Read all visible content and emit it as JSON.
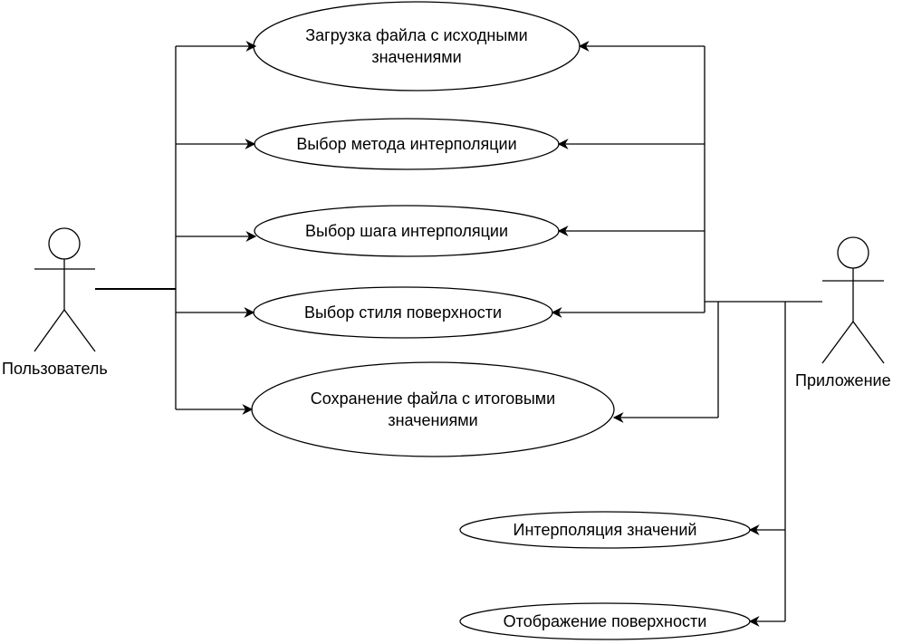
{
  "colors": {
    "stroke": "#000000",
    "fill": "#ffffff",
    "text": "#000000"
  },
  "actors": {
    "user": {
      "label": "Пользователь",
      "icon": "stick-figure-icon"
    },
    "app": {
      "label": "Приложение",
      "icon": "stick-figure-icon"
    }
  },
  "use_cases": [
    {
      "id": "load-file",
      "label": "Загрузка файла с исходными значениями"
    },
    {
      "id": "choose-method",
      "label": "Выбор метода интерполяции"
    },
    {
      "id": "choose-step",
      "label": "Выбор шага интерполяции"
    },
    {
      "id": "choose-style",
      "label": "Выбор стиля поверхности"
    },
    {
      "id": "save-file",
      "label": "Сохранение файла с итоговыми значениями"
    },
    {
      "id": "interpolate",
      "label": "Интерполяция значений"
    },
    {
      "id": "display-surface",
      "label": "Отображение поверхности"
    }
  ]
}
